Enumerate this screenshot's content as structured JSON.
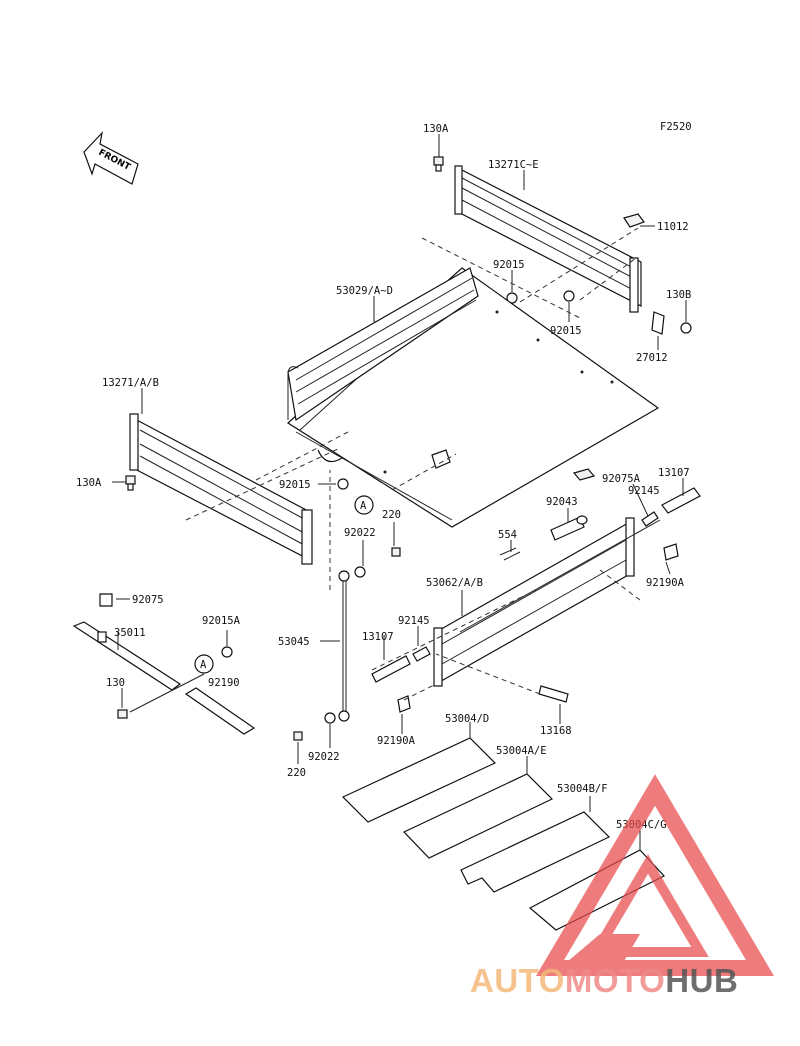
{
  "figure_code": "F2520",
  "front_arrow_text": "FRONT",
  "callouts": {
    "a_upper": "A",
    "a_lower": "A"
  },
  "labels": {
    "p130A_top": "130A",
    "p13271C_E": "13271C~E",
    "p11012": "11012",
    "p92015_a": "92015",
    "p53029": "53029/A~D",
    "p130B": "130B",
    "p92015_b": "92015",
    "p27012": "27012",
    "p13271_AB": "13271/A/B",
    "p130A_left": "130A",
    "p92015_c": "92015",
    "p220_a": "220",
    "p92022_a": "92022",
    "p92075A": "92075A",
    "p13107_a": "13107",
    "p92043": "92043",
    "p92145_a": "92145",
    "p554": "554",
    "p53062": "53062/A/B",
    "p92190A_a": "92190A",
    "p92075": "92075",
    "p92015A": "92015A",
    "p35011": "35011",
    "p53045": "53045",
    "p92145_b": "92145",
    "p13107_b": "13107",
    "p130": "130",
    "p92190": "92190",
    "p13168": "13168",
    "p92190A_b": "92190A",
    "p53004_D": "53004/D",
    "p53004A_E": "53004A/E",
    "p92022_b": "92022",
    "p220_b": "220",
    "p53004B_F": "53004B/F",
    "p53004C_G": "53004C/G"
  },
  "watermark": {
    "part1": "AUTO",
    "part2": "MOTO",
    "part3": "HUB",
    "color1": "#f5b87a",
    "color2": "#f08a8a",
    "color3": "#555555"
  },
  "colors": {
    "line": "#222222",
    "watermark_triangle": "#e84a4a"
  }
}
